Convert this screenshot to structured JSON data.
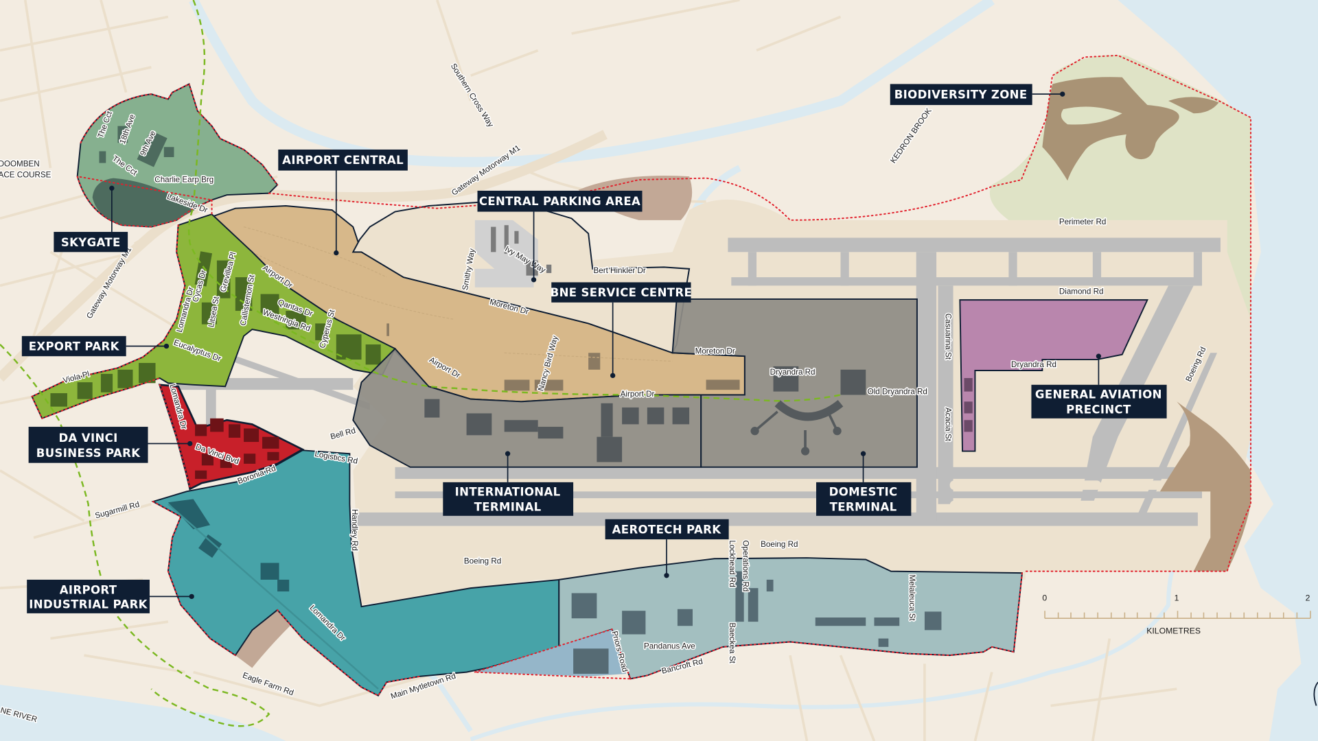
{
  "map": {
    "colors": {
      "land": "#f3ece1",
      "airport_land": "#ede2cf",
      "water": "#dbeaf1",
      "runway": "#bdbdbd",
      "boundary": "#e2202c",
      "callout": "#0f1e33",
      "skygate": "#86b08f",
      "skygate_dark": "#4d6b5e",
      "export_park": "#8db63c",
      "export_park_dark": "#4a6b23",
      "airport_central": "#d7b88a",
      "da_vinci": "#c8202a",
      "industrial_park": "#47a3a8",
      "aerotech": "#a3bfc0",
      "terminals": "#8e8c86",
      "general_aviation": "#b986ad",
      "biodiversity": "#dfe3c6",
      "wetland": "#a99375",
      "trail": "#7bb821"
    },
    "precincts": [
      {
        "id": "skygate",
        "label": "SKYGATE"
      },
      {
        "id": "airport-central",
        "label": "AIRPORT CENTRAL"
      },
      {
        "id": "central-parking",
        "label": "CENTRAL PARKING AREA"
      },
      {
        "id": "bne-service-centre",
        "label": "BNE SERVICE CENTRE"
      },
      {
        "id": "export-park",
        "label": "EXPORT PARK"
      },
      {
        "id": "da-vinci",
        "label_line1": "DA VINCI",
        "label_line2": "BUSINESS PARK"
      },
      {
        "id": "airport-industrial-park",
        "label_line1": "AIRPORT",
        "label_line2": "INDUSTRIAL PARK"
      },
      {
        "id": "international-terminal",
        "label_line1": "INTERNATIONAL",
        "label_line2": "TERMINAL"
      },
      {
        "id": "domestic-terminal",
        "label_line1": "DOMESTIC",
        "label_line2": "TERMINAL"
      },
      {
        "id": "aerotech-park",
        "label": "AEROTECH PARK"
      },
      {
        "id": "general-aviation",
        "label_line1": "GENERAL AVIATION",
        "label_line2": "PRECINCT"
      },
      {
        "id": "biodiversity-zone",
        "label": "BIODIVERSITY ZONE"
      }
    ],
    "places": {
      "racecourse_line1": "DOOMBEN",
      "racecourse_line2": "ACE COURSE",
      "river": "NE RIVER",
      "kedron": "KEDRON BROOK"
    },
    "roads": {
      "the_cct_1": "The Cct",
      "the_cct_2": "The Cct",
      "ave_18": "18th Ave",
      "ave_9": "9th Ave",
      "charlie_earp": "Charlie Earp Brg",
      "lakeside": "Lakeside Dr",
      "gateway_1": "Gateway Motorway  M1",
      "gateway_2": "Gateway Motorway  M1",
      "southern_cross": "Southern Cross Way",
      "lomandra_1": "Lomandra Dr",
      "lomandra_2": "Lomandra Dr",
      "lomandra_3": "Lomandra Dr",
      "cycas": "Cycas Dr",
      "litsea": "Litsea St",
      "grevillea": "Grevillea Pl",
      "callistemon": "Callistemon St",
      "airport_dr_1": "Airport Dr",
      "airport_dr_2": "Airport Dr",
      "airport_dr_3": "Airport Dr",
      "qantas": "Qantas Dr",
      "westringia": "Westringia Rd",
      "cyperus": "Cyperus St",
      "eucalyptus": "Eucalyptus Dr",
      "viola": "Viola Pl",
      "da_vinci_bvd": "Da Vinci Bvd",
      "boronia": "Boronia Rd",
      "bell": "Bell Rd",
      "logistics": "Logistics Rd",
      "sugarmill": "Sugarmill Rd",
      "handley": "Handley Rd",
      "boeing_1": "Boeing Rd",
      "boeing_2": "Boeing Rd",
      "boeing_3": "Boeing Rd",
      "eagle_farm": "Eagle Farm Rd",
      "main_myrtletown": "Main Mytletown Rd",
      "priors": "Priors Road",
      "pandanus": "Pandanus Ave",
      "bancroft": "Bancroft Rd",
      "baeckea": "Baeckea St",
      "lockhead": "Lockhead Rd",
      "operations": "Operations Rd",
      "melaleuca": "Melaleuca St",
      "smithy": "Smithy Way",
      "ivy_may": "Ivy May Way",
      "bert_hinkler": "Bert Hinkler Dr",
      "moreton_1": "Moreton Dr",
      "moreton_2": "Moreton Dr",
      "nancy_bird": "Nancy Bird Way",
      "dryandra_1": "Dryandra Rd",
      "dryandra_2": "Dryandra Rd",
      "old_dryandra": "Old Dryandra Rd",
      "casuarina": "Casuarina St",
      "acacia": "Acacia St",
      "perimeter": "Perimeter Rd",
      "diamond": "Diamond Rd"
    },
    "scale_bar": {
      "ticks": [
        "0",
        "1",
        "2"
      ],
      "unit": "KILOMETRES"
    }
  }
}
